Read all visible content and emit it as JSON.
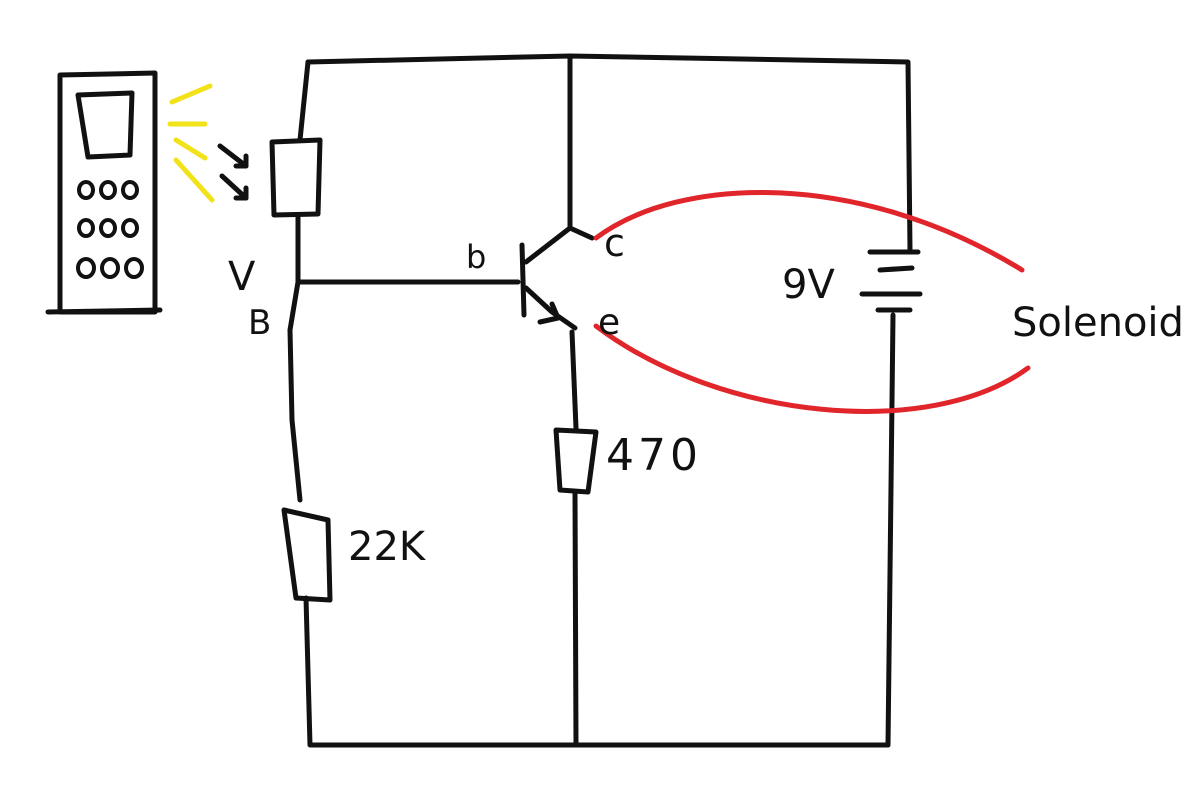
{
  "colors": {
    "ink": "#111111",
    "solenoid_wire": "#e0262b",
    "light_rays": "#f2e21a",
    "background": "#ffffff"
  },
  "remote_control": {
    "icon": "remote-control-icon",
    "emitting_light": true
  },
  "labels": {
    "vb_v": "V",
    "vb_b": "B",
    "base": "b",
    "collector": "c",
    "emitter": "e",
    "supply": "9V",
    "base_resistor": "22K",
    "emitter_resistor": "470",
    "load": "Solenoid"
  },
  "components": [
    {
      "type": "light-dependent-resistor",
      "icon": "ldr-icon"
    },
    {
      "type": "npn-transistor",
      "icon": "transistor-icon"
    },
    {
      "type": "battery",
      "icon": "battery-icon"
    },
    {
      "type": "resistor",
      "icon": "resistor-icon"
    },
    {
      "type": "resistor",
      "icon": "resistor-icon"
    }
  ]
}
